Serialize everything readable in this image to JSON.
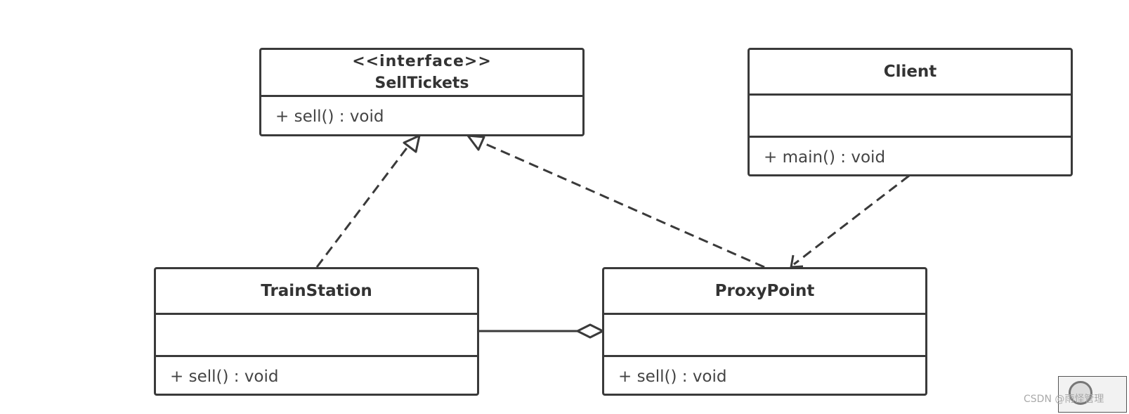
{
  "classes": {
    "sell_tickets": {
      "stereotype": "<<interface>>",
      "name": "SellTickets",
      "operation": "+ sell() : void"
    },
    "client": {
      "name": "Client",
      "operation": "+ main() : void"
    },
    "train_station": {
      "name": "TrainStation",
      "operation": "+ sell() : void"
    },
    "proxy_point": {
      "name": "ProxyPoint",
      "operation": "+ sell() : void"
    }
  },
  "relations": [
    {
      "from": "TrainStation",
      "to": "SellTickets",
      "kind": "realization"
    },
    {
      "from": "ProxyPoint",
      "to": "SellTickets",
      "kind": "realization"
    },
    {
      "from": "Client",
      "to": "ProxyPoint",
      "kind": "dependency"
    },
    {
      "from": "ProxyPoint",
      "to": "TrainStation",
      "kind": "aggregation"
    }
  ],
  "watermark": "CSDN @雨怪管理",
  "colors": {
    "stroke": "#3a3a3a",
    "text": "#333333"
  }
}
